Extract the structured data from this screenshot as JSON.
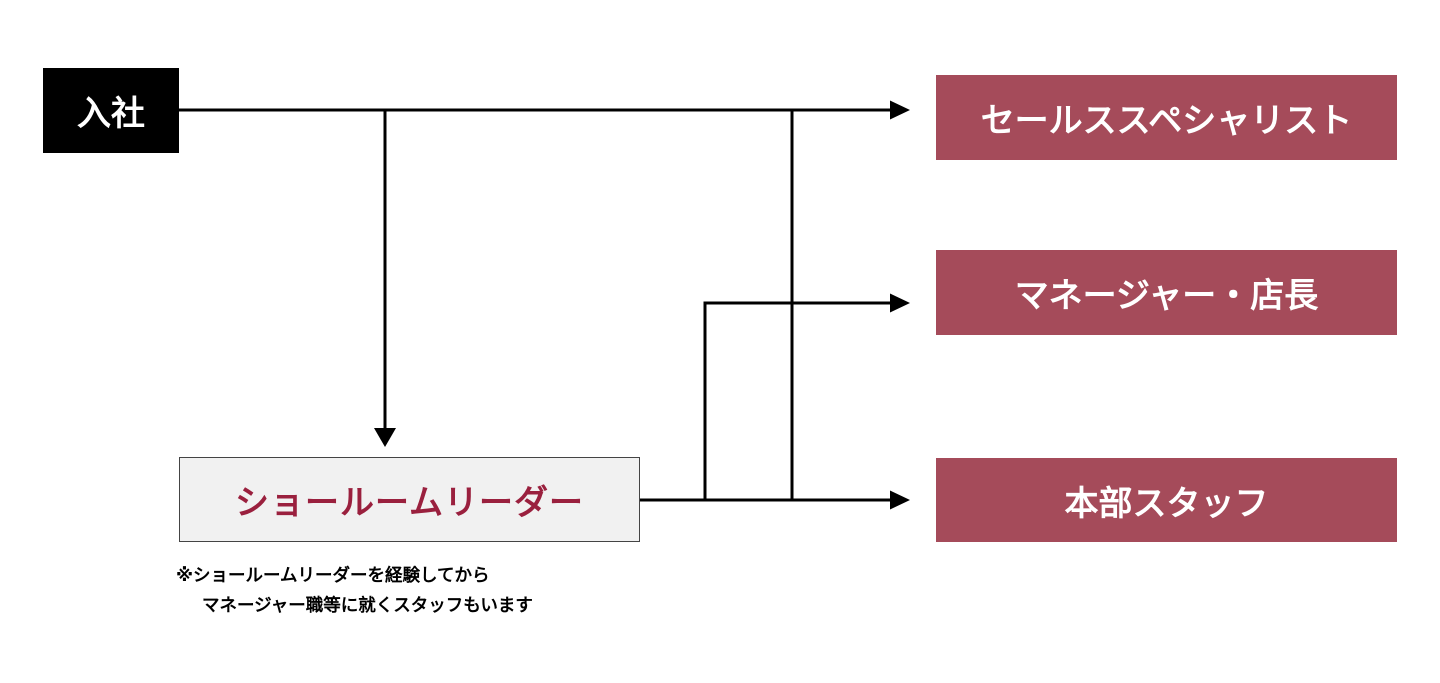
{
  "diagram": {
    "title": "career-path-flow",
    "colors": {
      "canvas_bg": "#ffffff",
      "line": "#000000",
      "start_bg": "#000000",
      "start_text": "#ffffff",
      "role_bg": "#a54b5a",
      "role_text": "#ffffff",
      "leader_bg": "#f1f1f1",
      "leader_border": "#444444",
      "leader_text": "#9a203e",
      "note_text": "#000000"
    },
    "nodes": {
      "start": {
        "label": "入社"
      },
      "sales": {
        "label": "セールススペシャリスト"
      },
      "manager": {
        "label": "マネージャー・店長"
      },
      "hq": {
        "label": "本部スタッフ"
      },
      "leader": {
        "label": "ショールームリーダー"
      }
    },
    "edges": [
      {
        "from": "入社",
        "to": "セールススペシャリスト"
      },
      {
        "from": "入社",
        "to": "ショールームリーダー"
      },
      {
        "from": "入社",
        "to": "本部スタッフ"
      },
      {
        "from": "ショールームリーダー",
        "to": "マネージャー・店長"
      },
      {
        "from": "ショールームリーダー",
        "to": "本部スタッフ"
      }
    ],
    "note": {
      "line1": "※ショールームリーダーを経験してから",
      "line2": "マネージャー職等に就くスタッフもいます"
    }
  }
}
